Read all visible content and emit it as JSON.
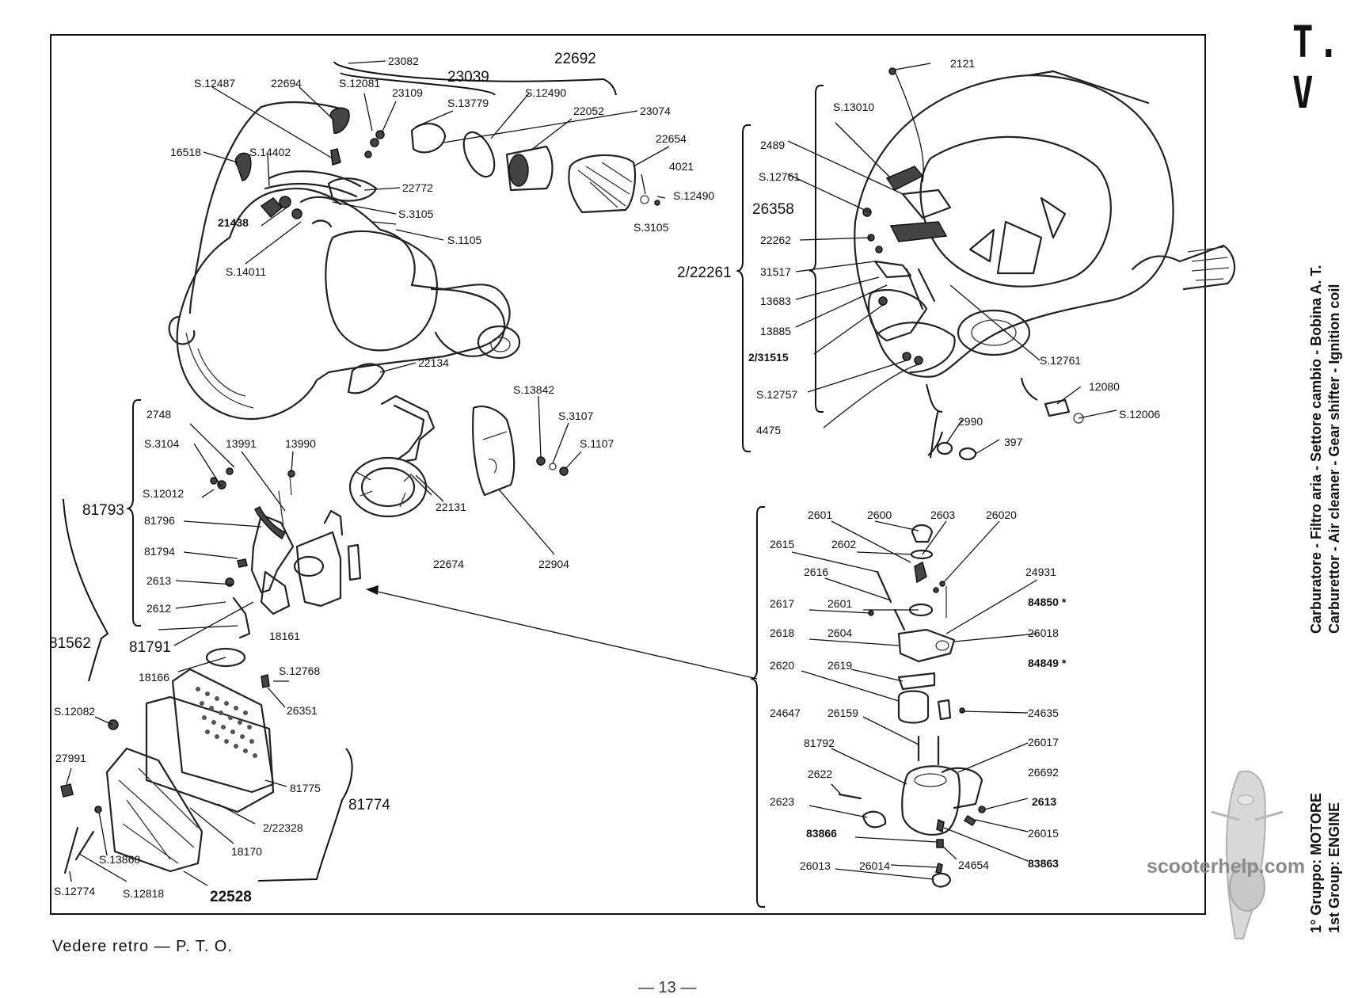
{
  "page": {
    "title": "T. V",
    "footer_note": "Vedere retro — P. T. O.",
    "page_number": "— 13 —",
    "watermark": "scooterhelp.com",
    "side_title_it": "Carburatore - Filtro aria - Settore cambio - Bobina A. T.",
    "side_title_en": "Carburettor - Air cleaner - Gear shifter - Ignition coil",
    "group_it": "1° Gruppo: MOTORE",
    "group_en": "1st Group: ENGINE"
  },
  "labels": {
    "l22692": "22692",
    "l23082": "23082",
    "l23039": "23039",
    "lS12487": "S.12487",
    "l22694": "22694",
    "lS12081": "S.12081",
    "l23109": "23109",
    "lS12490a": "S.12490",
    "lS13779": "S.13779",
    "l22052": "22052",
    "l23074": "23074",
    "l22654": "22654",
    "l16518": "16518",
    "lS14402": "S.14402",
    "l22772": "22772",
    "l4021": "4021",
    "lS12490b": "S.12490",
    "l21438": "21438",
    "lS3105a": "S.3105",
    "lS3105b": "S.3105",
    "lS1105": "S.1105",
    "lS14011": "S.14011",
    "l22134": "22134",
    "l2748": "2748",
    "lS3104": "S.3104",
    "l13991": "13991",
    "l13990": "13990",
    "lS13842": "S.13842",
    "lS3107": "S.3107",
    "lS1107": "S.1107",
    "lS12012": "S.12012",
    "l81793": "81793",
    "l81796": "81796",
    "l22131": "22131",
    "l81794": "81794",
    "l22674": "22674",
    "l22904": "22904",
    "l2613a": "2613",
    "l2612": "2612",
    "l81562": "81562",
    "l81791": "81791",
    "l18161": "18161",
    "l18166": "18166",
    "lS12768": "S.12768",
    "l26351": "26351",
    "lS12082": "S.12082",
    "l27991": "27991",
    "l81775": "81775",
    "l81774": "81774",
    "l222328": "2/22328",
    "l18170": "18170",
    "lS13860": "S.13860",
    "lS12774": "S.12774",
    "lS12818": "S.12818",
    "l22528": "22528",
    "l2121": "2121",
    "lS13010": "S.13010",
    "l2489": "2489",
    "lS12761a": "S.12761",
    "l26358": "26358",
    "l22262": "22262",
    "l222261": "2/22261",
    "l31517": "31517",
    "l13683": "13683",
    "l13885": "13885",
    "l231515": "2/31515",
    "lS12761b": "S.12761",
    "lS12757": "S.12757",
    "l12080": "12080",
    "lS12006": "S.12006",
    "l2990": "2990",
    "l397": "397",
    "l4475": "4475",
    "l2601a": "2601",
    "l2600": "2600",
    "l2603": "2603",
    "l26020": "26020",
    "l2615": "2615",
    "l2602": "2602",
    "l2616": "2616",
    "l24931": "24931",
    "l2617": "2617",
    "l2601b": "2601",
    "l84850": "84850 *",
    "l2618": "2618",
    "l2604": "2604",
    "l26018": "26018",
    "l2620": "2620",
    "l2619": "2619",
    "l84849": "84849 *",
    "l24647": "24647",
    "l26159": "26159",
    "l24635": "24635",
    "l81792": "81792",
    "l26017": "26017",
    "l2622": "2622",
    "l26692": "26692",
    "l2623": "2623",
    "l2613b": "2613",
    "l83866": "83866",
    "l26015": "26015",
    "l26013": "26013",
    "l26014": "26014",
    "l24654": "24654",
    "l83863": "83863"
  }
}
